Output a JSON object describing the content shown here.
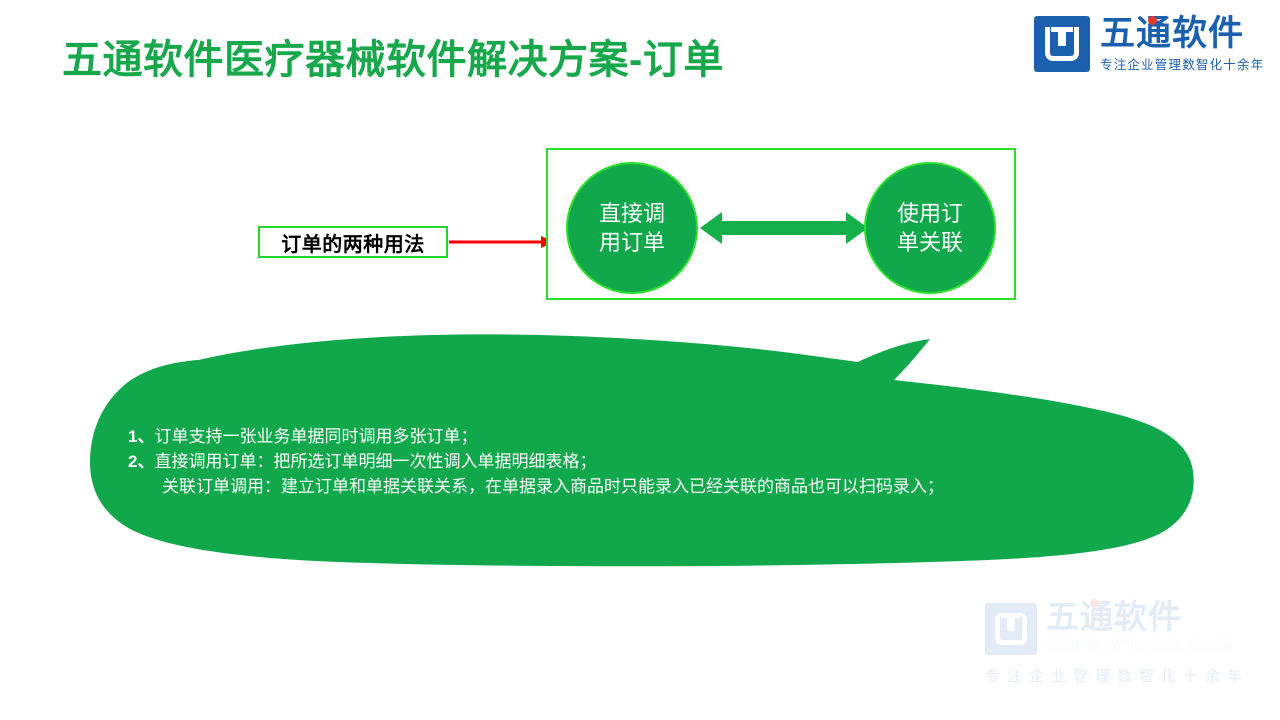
{
  "slide": {
    "title": "五通软件医疗器械软件解决方案-订单",
    "background_color": "#ffffff",
    "title_color": "#18a84c"
  },
  "header_logo": {
    "mark_icon": "wutong-logo-icon",
    "mark_color": "#1a60ae",
    "name": "五通软件",
    "tagline": "专注企业管理数智化十余年",
    "accent_dot_color": "#e8392c"
  },
  "callout_label": {
    "text": "订单的两种用法",
    "border_color": "#22d62b",
    "text_color": "#000000",
    "connector_icon": "red-arrow-icon",
    "connector_color": "#fe0000"
  },
  "diagram": {
    "frame_border_color": "#2ae02a",
    "node_fill_color": "#11a84c",
    "node_ring_color": "#2ae02a",
    "arrow_color": "#13b04a",
    "arrow_icon": "double-headed-arrow-icon",
    "nodes": [
      {
        "id": "direct-call",
        "label": "直接调用订单"
      },
      {
        "id": "order-link",
        "label": "使用订单关联"
      }
    ]
  },
  "notes": {
    "bubble_color": "#11a84c",
    "bubble_icon": "speech-bubble-shape",
    "lines": [
      {
        "num": "1、",
        "text": "订单支持一张业务单据同时调用多张订单；",
        "indented": false
      },
      {
        "num": "2、",
        "text": "直接调用订单：把所选订单明细一次性调入单据明细表格；",
        "indented": false
      },
      {
        "num": "",
        "text": "关联订单调用：建立订单和单据关联关系，在单据录入商品时只能录入已经关联的商品也可以扫码录入；",
        "indented": true
      }
    ]
  },
  "watermark": {
    "mark_icon": "wutong-logo-watermark-icon",
    "name": "五通软件",
    "url": "WWW.WTORG.COM",
    "tagline": "专注企业管理数智化十余年",
    "color": "#e3ecf6"
  }
}
